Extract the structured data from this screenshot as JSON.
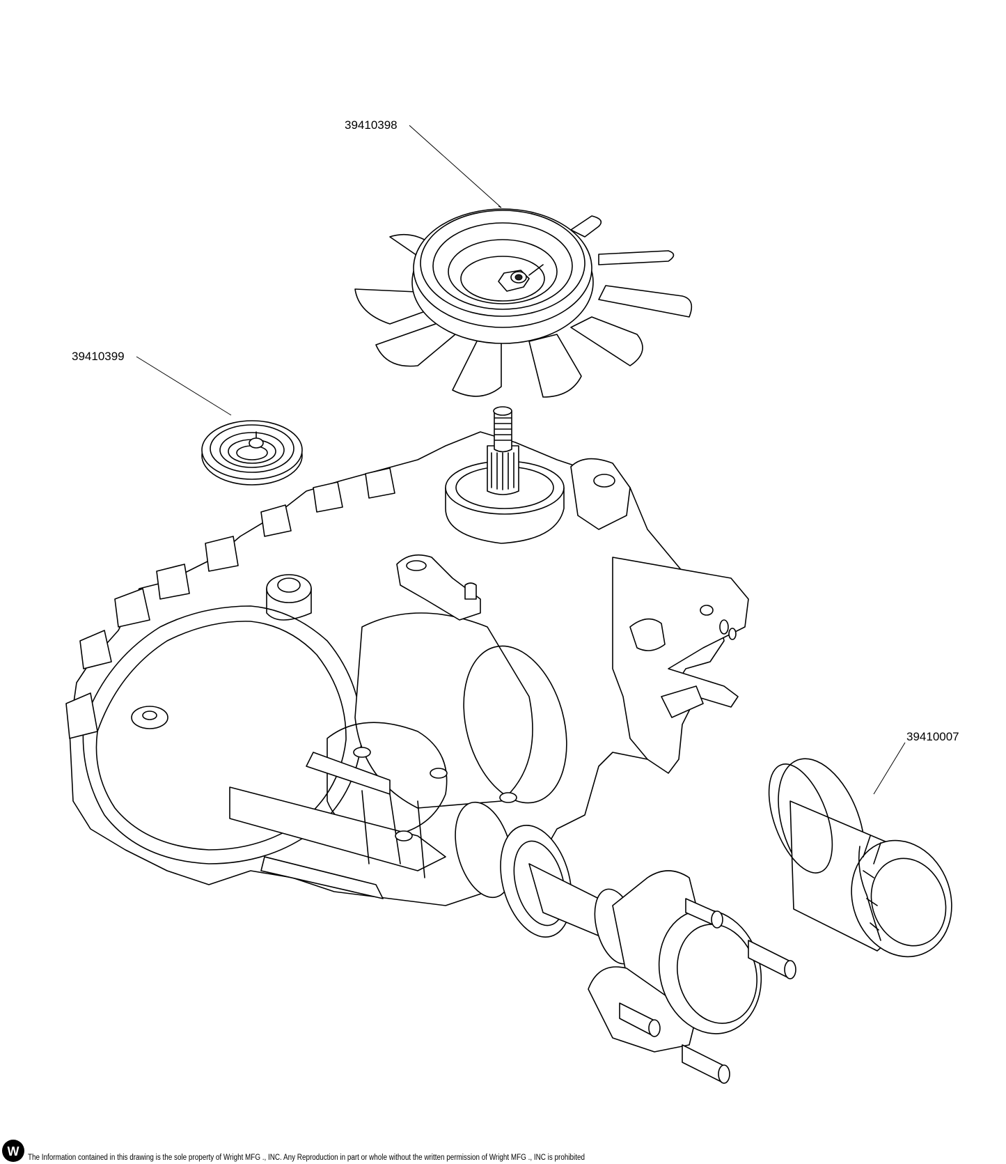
{
  "callouts": [
    {
      "part_number": "39410398",
      "part": "fan-pulley"
    },
    {
      "part_number": "39410399",
      "part": "pulley-cap"
    },
    {
      "part_number": "39410007",
      "part": "oil-filter"
    }
  ],
  "footer": {
    "logo_letter": "W",
    "disclaimer": "The Information contained in this drawing is the sole property of Wright MFG ., INC. Any Reproduction in part or whole without the written permission of Wright MFG ., INC is prohibited"
  }
}
